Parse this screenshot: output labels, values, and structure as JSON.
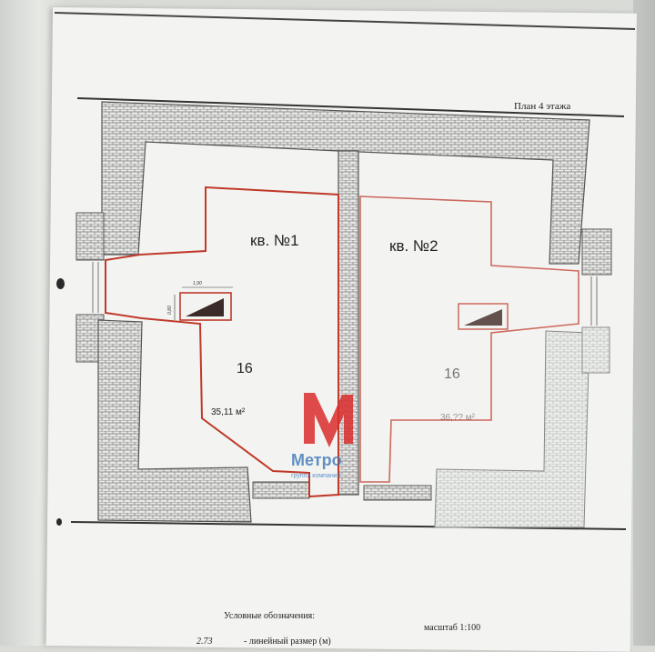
{
  "plan": {
    "title": "План 4 этажа",
    "apartments": [
      {
        "label": "кв. №1",
        "room_number": "16",
        "area": "35,11 м²"
      },
      {
        "label": "кв. №2",
        "room_number": "16",
        "area": "36,?? м²"
      }
    ],
    "window_dimensions": {
      "width": "1,90",
      "height": "0,80"
    }
  },
  "legend": {
    "heading": "Условные обозначения:",
    "scale": "масштаб 1:100",
    "sample_value": "2.73",
    "sample_text": "- линейный размер (м)"
  },
  "watermark": {
    "brand": "Метро",
    "subtitle": "группа компаний"
  },
  "colors": {
    "outline": "#c0392b",
    "wall": "#555555",
    "watermark_red": "#d92b2b",
    "watermark_blue": "#3f76b8"
  }
}
